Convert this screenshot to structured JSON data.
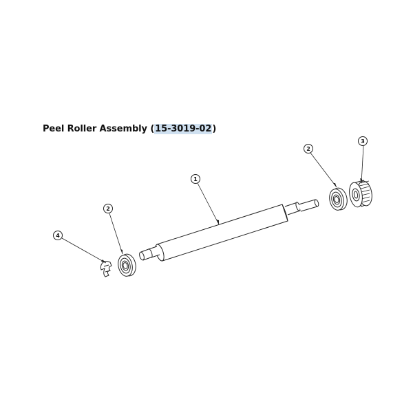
{
  "title": {
    "text": "Peel Roller Assembly",
    "open_paren": "(",
    "part_number": "15-3019-02",
    "close_paren": ")",
    "highlight_color": "#cfe0f0"
  },
  "callouts": [
    {
      "id": "1",
      "label": "1",
      "part": "roller-shaft"
    },
    {
      "id": "2a",
      "label": "2",
      "part": "bearing-left"
    },
    {
      "id": "2b",
      "label": "2",
      "part": "bearing-right"
    },
    {
      "id": "3",
      "label": "3",
      "part": "gear"
    },
    {
      "id": "4",
      "label": "4",
      "part": "e-clip"
    }
  ]
}
